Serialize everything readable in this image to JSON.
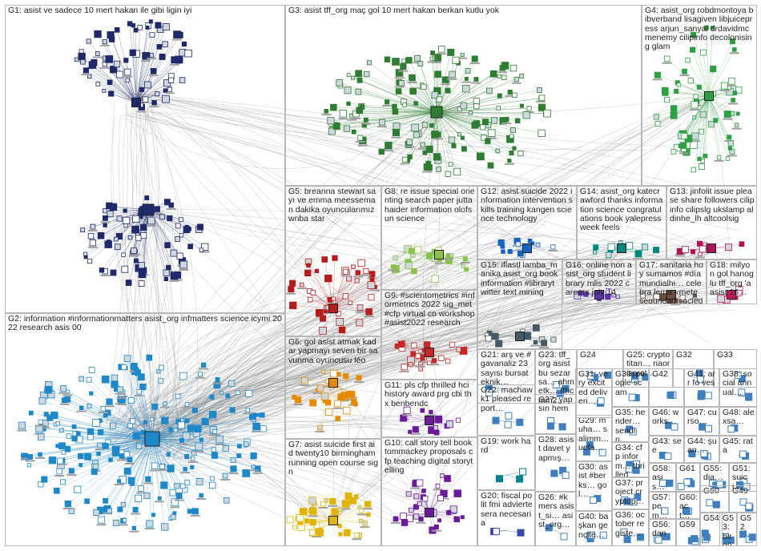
{
  "groups": [
    {
      "id": "G1",
      "label": "G1: asist ve sadece 10 mert hakan ile gibi ligin iyi"
    },
    {
      "id": "G2",
      "label": "G2: information #informationmatters asist_org infmatters science icymi 2022 research asis 00"
    },
    {
      "id": "G3",
      "label": "G3: asist tff_org maç gol 10 mert hakan berkan kutlu yok"
    },
    {
      "id": "G4",
      "label": "G4: asist_org robdmontoya bibverband lisagiven libjuicepress arjun_sanyal drdavidmcmenemy cilipinfo decolonising glam"
    },
    {
      "id": "G5",
      "label": "G5: breanna stewart sayı ve emma meesseman dakika oyuncularımız wnba star"
    },
    {
      "id": "G6",
      "label": "G6: gol asist atmak kadar yapmayı seven bir savunma oyuncusu léo"
    },
    {
      "id": "G7",
      "label": "G7: asist suicide first aid twenty10 birmingham running open course sign"
    },
    {
      "id": "G8",
      "label": "G8: re issue special orienting search paper juttahaider information olofsun science"
    },
    {
      "id": "G9",
      "label": "G9: #scientometrics #informetrics 2022 sig_met #cfp virtual co workshop #asist2022 research"
    },
    {
      "id": "G10",
      "label": "G10: call story tell book tommackey proposals cfp teaching digital storytelling"
    },
    {
      "id": "G11",
      "label": "G11: pls cfp thrilled hci history award prg cbi thx benbendc"
    },
    {
      "id": "G12",
      "label": "G12: asist suicide 2022 information intervention skills training kangen science technology"
    },
    {
      "id": "G13",
      "label": "G13: jinfolit issue please share followers cilipinfo cilipslg ukslamp aldinhe_lh altcoolsig"
    },
    {
      "id": "G14",
      "label": "G14: asist_org katecrawford thanks information science congratulations book yalepress week feels"
    },
    {
      "id": "G15",
      "label": "G15: iflastl lamba_manika asist_org book information #librarytwitter text mining"
    },
    {
      "id": "G16",
      "label": "G16: online non asist_org student library mlis 2022 careers july 14"
    },
    {
      "id": "G17",
      "label": "G17: sanitaria hoy sumamos #díamundialhi… celebra lema «mete seguridad sociedad_sem…"
    },
    {
      "id": "G18",
      "label": "G18: milyon gol hanoglu tff_org 'a asist 16…"
    },
    {
      "id": "G19",
      "label": "G19: work hard"
    },
    {
      "id": "G20",
      "label": "G20: fiscal polit fmi advierte sera necesaria"
    },
    {
      "id": "G21",
      "label": "G21: arş ve #gavanaliz 23 sayısı bursateknik…"
    },
    {
      "id": "G22",
      "label": "G22: machawk1 pleased report…"
    },
    {
      "id": "G23",
      "label": "G23: tff_org asist bu sezarsa… ahmetk… fthcmm2…"
    },
    {
      "id": "G24",
      "label": "G24"
    },
    {
      "id": "G25",
      "label": "G25: cryptotitan… naorisprot…"
    },
    {
      "id": "G26",
      "label": "G26: #kmers asist_si… asist_org…"
    },
    {
      "id": "G27",
      "label": "G27: yapsın hem"
    },
    {
      "id": "G28",
      "label": "G28: asist davet yapmış…"
    },
    {
      "id": "G29",
      "label": "G29: muha… salimm… uefa…"
    },
    {
      "id": "G30",
      "label": "G30: asist #berks… gol…"
    },
    {
      "id": "G31",
      "label": "G31: very excited deliveri…"
    },
    {
      "id": "G32",
      "label": "G32"
    },
    {
      "id": "G33",
      "label": "G33"
    },
    {
      "id": "G34",
      "label": "G34: cfp inform… thrilled…"
    },
    {
      "id": "G35",
      "label": "G35: hender… sendin…"
    },
    {
      "id": "G36",
      "label": "G36: october registe…"
    },
    {
      "id": "G37",
      "label": "G37: project cryptop…"
    },
    {
      "id": "G38",
      "label": "G38: social annual…"
    },
    {
      "id": "G39",
      "label": "G39: people scam"
    },
    {
      "id": "G40",
      "label": "G40: başkan genç'te…"
    },
    {
      "id": "G41",
      "label": "G41: arr fo ves"
    },
    {
      "id": "G42",
      "label": "G42"
    },
    {
      "id": "G43",
      "label": "G43: see"
    },
    {
      "id": "G44",
      "label": "G44: şuan…"
    },
    {
      "id": "G45",
      "label": "G45: rata"
    },
    {
      "id": "G46",
      "label": "G46: works…"
    },
    {
      "id": "G47",
      "label": "G47: curso…"
    },
    {
      "id": "G48",
      "label": "G48: alexsa…"
    },
    {
      "id": "G49",
      "label": "G49"
    },
    {
      "id": "G50",
      "label": "G50"
    },
    {
      "id": "G51",
      "label": "G51: suici…"
    },
    {
      "id": "G52",
      "label": "G52"
    },
    {
      "id": "G53",
      "label": "G53: bir gür…"
    },
    {
      "id": "G54",
      "label": "G54"
    },
    {
      "id": "G55",
      "label": "G55: dia…"
    },
    {
      "id": "G56",
      "label": "G56: dan"
    },
    {
      "id": "G57",
      "label": "G57: pem…"
    },
    {
      "id": "G58",
      "label": "G58: asis…"
    },
    {
      "id": "G59",
      "label": "G59"
    },
    {
      "id": "G60",
      "label": "G60: act…"
    },
    {
      "id": "G61",
      "label": "G61"
    }
  ],
  "palette": {
    "G1": "#1f2a6b",
    "G2": "#1e88c8",
    "G3": "#2e7d32",
    "G4": "#2ea043",
    "G5": "#b71c1c",
    "G6": "#e68a00",
    "G7": "#e0b400",
    "G8": "#8bc34a",
    "G9": "#c62828",
    "G10": "#6a1b9a",
    "G11": "#6a1b9a",
    "G12": "#1565c0",
    "G13": "#ad1457",
    "G14": "#00897b",
    "G15": "#455a64",
    "G16": "#5e35b1",
    "G17": "#6d4c41",
    "G18": "#c2185b",
    "G19": "#00838f",
    "G20": "#3949ab",
    "other": "#3f7fbf"
  }
}
